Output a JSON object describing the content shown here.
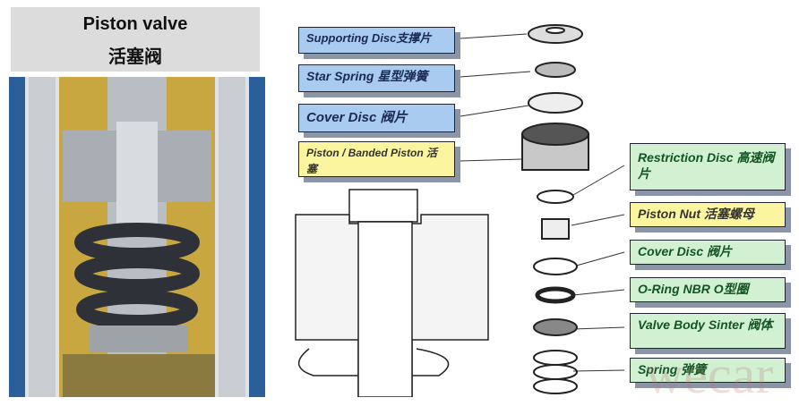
{
  "title": {
    "en": "Piston valve",
    "cn": "活塞阀"
  },
  "left_labels": [
    {
      "text": "Supporting Disc支撑片"
    },
    {
      "text": "Star Spring 星型弹簧"
    },
    {
      "text": "Cover Disc 阀片"
    },
    {
      "text": "Piston / Banded Piston 活塞"
    }
  ],
  "right_labels": [
    {
      "text": "Restriction Disc 高速阀片"
    },
    {
      "text": "Piston Nut 活塞螺母"
    },
    {
      "text": "Cover Disc 阀片"
    },
    {
      "text": "O-Ring NBR O型圈"
    },
    {
      "text": "Valve Body Sinter 阀体"
    },
    {
      "text": "Spring 弹簧"
    }
  ],
  "watermark": "wecar",
  "colors": {
    "blue_label": "#a9cbf0",
    "yellow_label": "#fbf5a0",
    "green_label": "#d2f0d2"
  }
}
